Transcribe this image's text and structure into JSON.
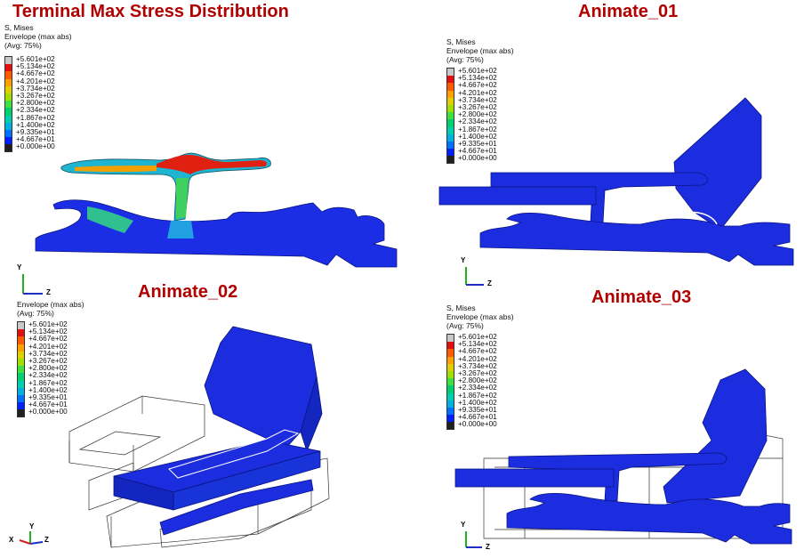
{
  "panels": {
    "p1": {
      "title": "Terminal Max Stress Distribution"
    },
    "p2": {
      "title": "Animate_01"
    },
    "p3": {
      "title": "Animate_02"
    },
    "p4": {
      "title": "Animate_03"
    }
  },
  "legend": {
    "line1": "S, Mises",
    "line2": "Envelope (max abs)",
    "line3": "(Avg: 75%)",
    "values": [
      "+5.601e+02",
      "+5.134e+02",
      "+4.667e+02",
      "+4.201e+02",
      "+3.734e+02",
      "+3.267e+02",
      "+2.800e+02",
      "+2.334e+02",
      "+1.867e+02",
      "+1.400e+02",
      "+9.335e+01",
      "+4.667e+01",
      "+0.000e+00"
    ],
    "colors": [
      "#c8c8c8",
      "#e01010",
      "#ff5a00",
      "#ffa000",
      "#e0d000",
      "#a0e000",
      "#40e040",
      "#00d070",
      "#00d0b0",
      "#00b0e0",
      "#0070ff",
      "#0020ff",
      "#202020"
    ]
  },
  "axes": {
    "y": "Y",
    "z": "Z",
    "x": "X"
  },
  "colors": {
    "title": "#b00000",
    "part": "#1c2de0",
    "part_dark": "#0f1aa8"
  }
}
